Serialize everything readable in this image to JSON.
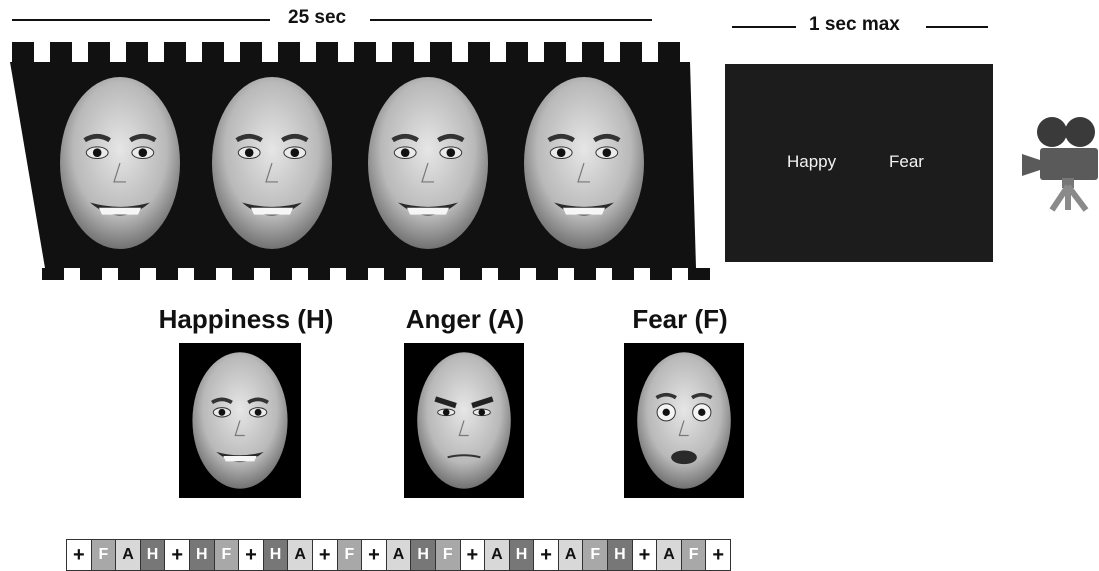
{
  "timeline": {
    "video_duration": "25 sec",
    "response_duration": "1 sec max"
  },
  "response_screen": {
    "option_left": "Happy",
    "option_right": "Fear"
  },
  "emotions": [
    {
      "label": "Happiness (H)",
      "code": "H",
      "expression": "happy"
    },
    {
      "label": "Anger (A)",
      "code": "A",
      "expression": "angry"
    },
    {
      "label": "Fear (F)",
      "code": "F",
      "expression": "fear"
    }
  ],
  "sequence": [
    "+",
    "F",
    "A",
    "H",
    "+",
    "H",
    "F",
    "+",
    "H",
    "A",
    "+",
    "F",
    "+",
    "A",
    "H",
    "F",
    "+",
    "A",
    "H",
    "+",
    "A",
    "F",
    "H",
    "+",
    "A",
    "F",
    "+"
  ],
  "icons": {
    "recording": "video-camera-icon"
  },
  "colors": {
    "happiness": "#777777",
    "fear": "#a8a8a8",
    "anger": "#d8d8d8",
    "fixation": "#ffffff"
  }
}
